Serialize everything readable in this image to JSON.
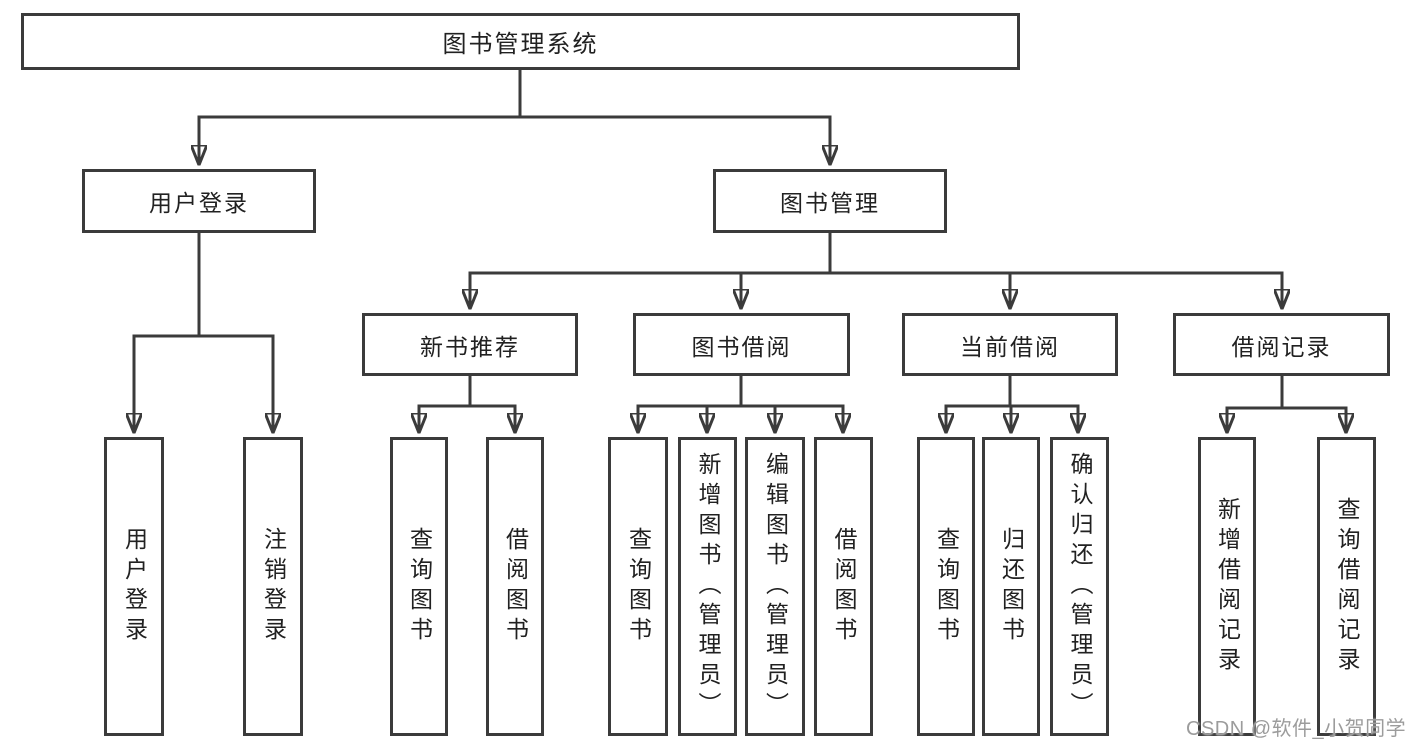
{
  "diagram": {
    "root": {
      "label": "图书管理系统"
    },
    "level2": {
      "user_login": {
        "label": "用户登录"
      },
      "book_management": {
        "label": "图书管理"
      }
    },
    "level3": {
      "new_book_recommend": {
        "label": "新书推荐"
      },
      "book_borrow": {
        "label": "图书借阅"
      },
      "current_borrow": {
        "label": "当前借阅"
      },
      "borrow_records": {
        "label": "借阅记录"
      }
    },
    "leaves": {
      "login_user_login": {
        "label": "用户登录"
      },
      "login_logout": {
        "label": "注销登录"
      },
      "recommend_query_books": {
        "label": "查询图书"
      },
      "recommend_borrow_books": {
        "label": "借阅图书"
      },
      "borrow_query_books": {
        "label": "查询图书"
      },
      "borrow_add_books_admin": {
        "label": "新增图书（管理员）"
      },
      "borrow_edit_books_admin": {
        "label": "编辑图书（管理员）"
      },
      "borrow_borrow_books": {
        "label": "借阅图书"
      },
      "current_query_books": {
        "label": "查询图书"
      },
      "current_return_books": {
        "label": "归还图书"
      },
      "current_confirm_return_admin": {
        "label": "确认归还（管理员）"
      },
      "records_add_record": {
        "label": "新增借阅记录"
      },
      "records_query_record": {
        "label": "查询借阅记录"
      }
    }
  },
  "watermark": {
    "label": "CSDN @软件_小贺同学"
  },
  "colors": {
    "line": "#3b3b3b",
    "text": "#212121",
    "background": "#ffffff",
    "watermark": "#9c9c9c"
  }
}
